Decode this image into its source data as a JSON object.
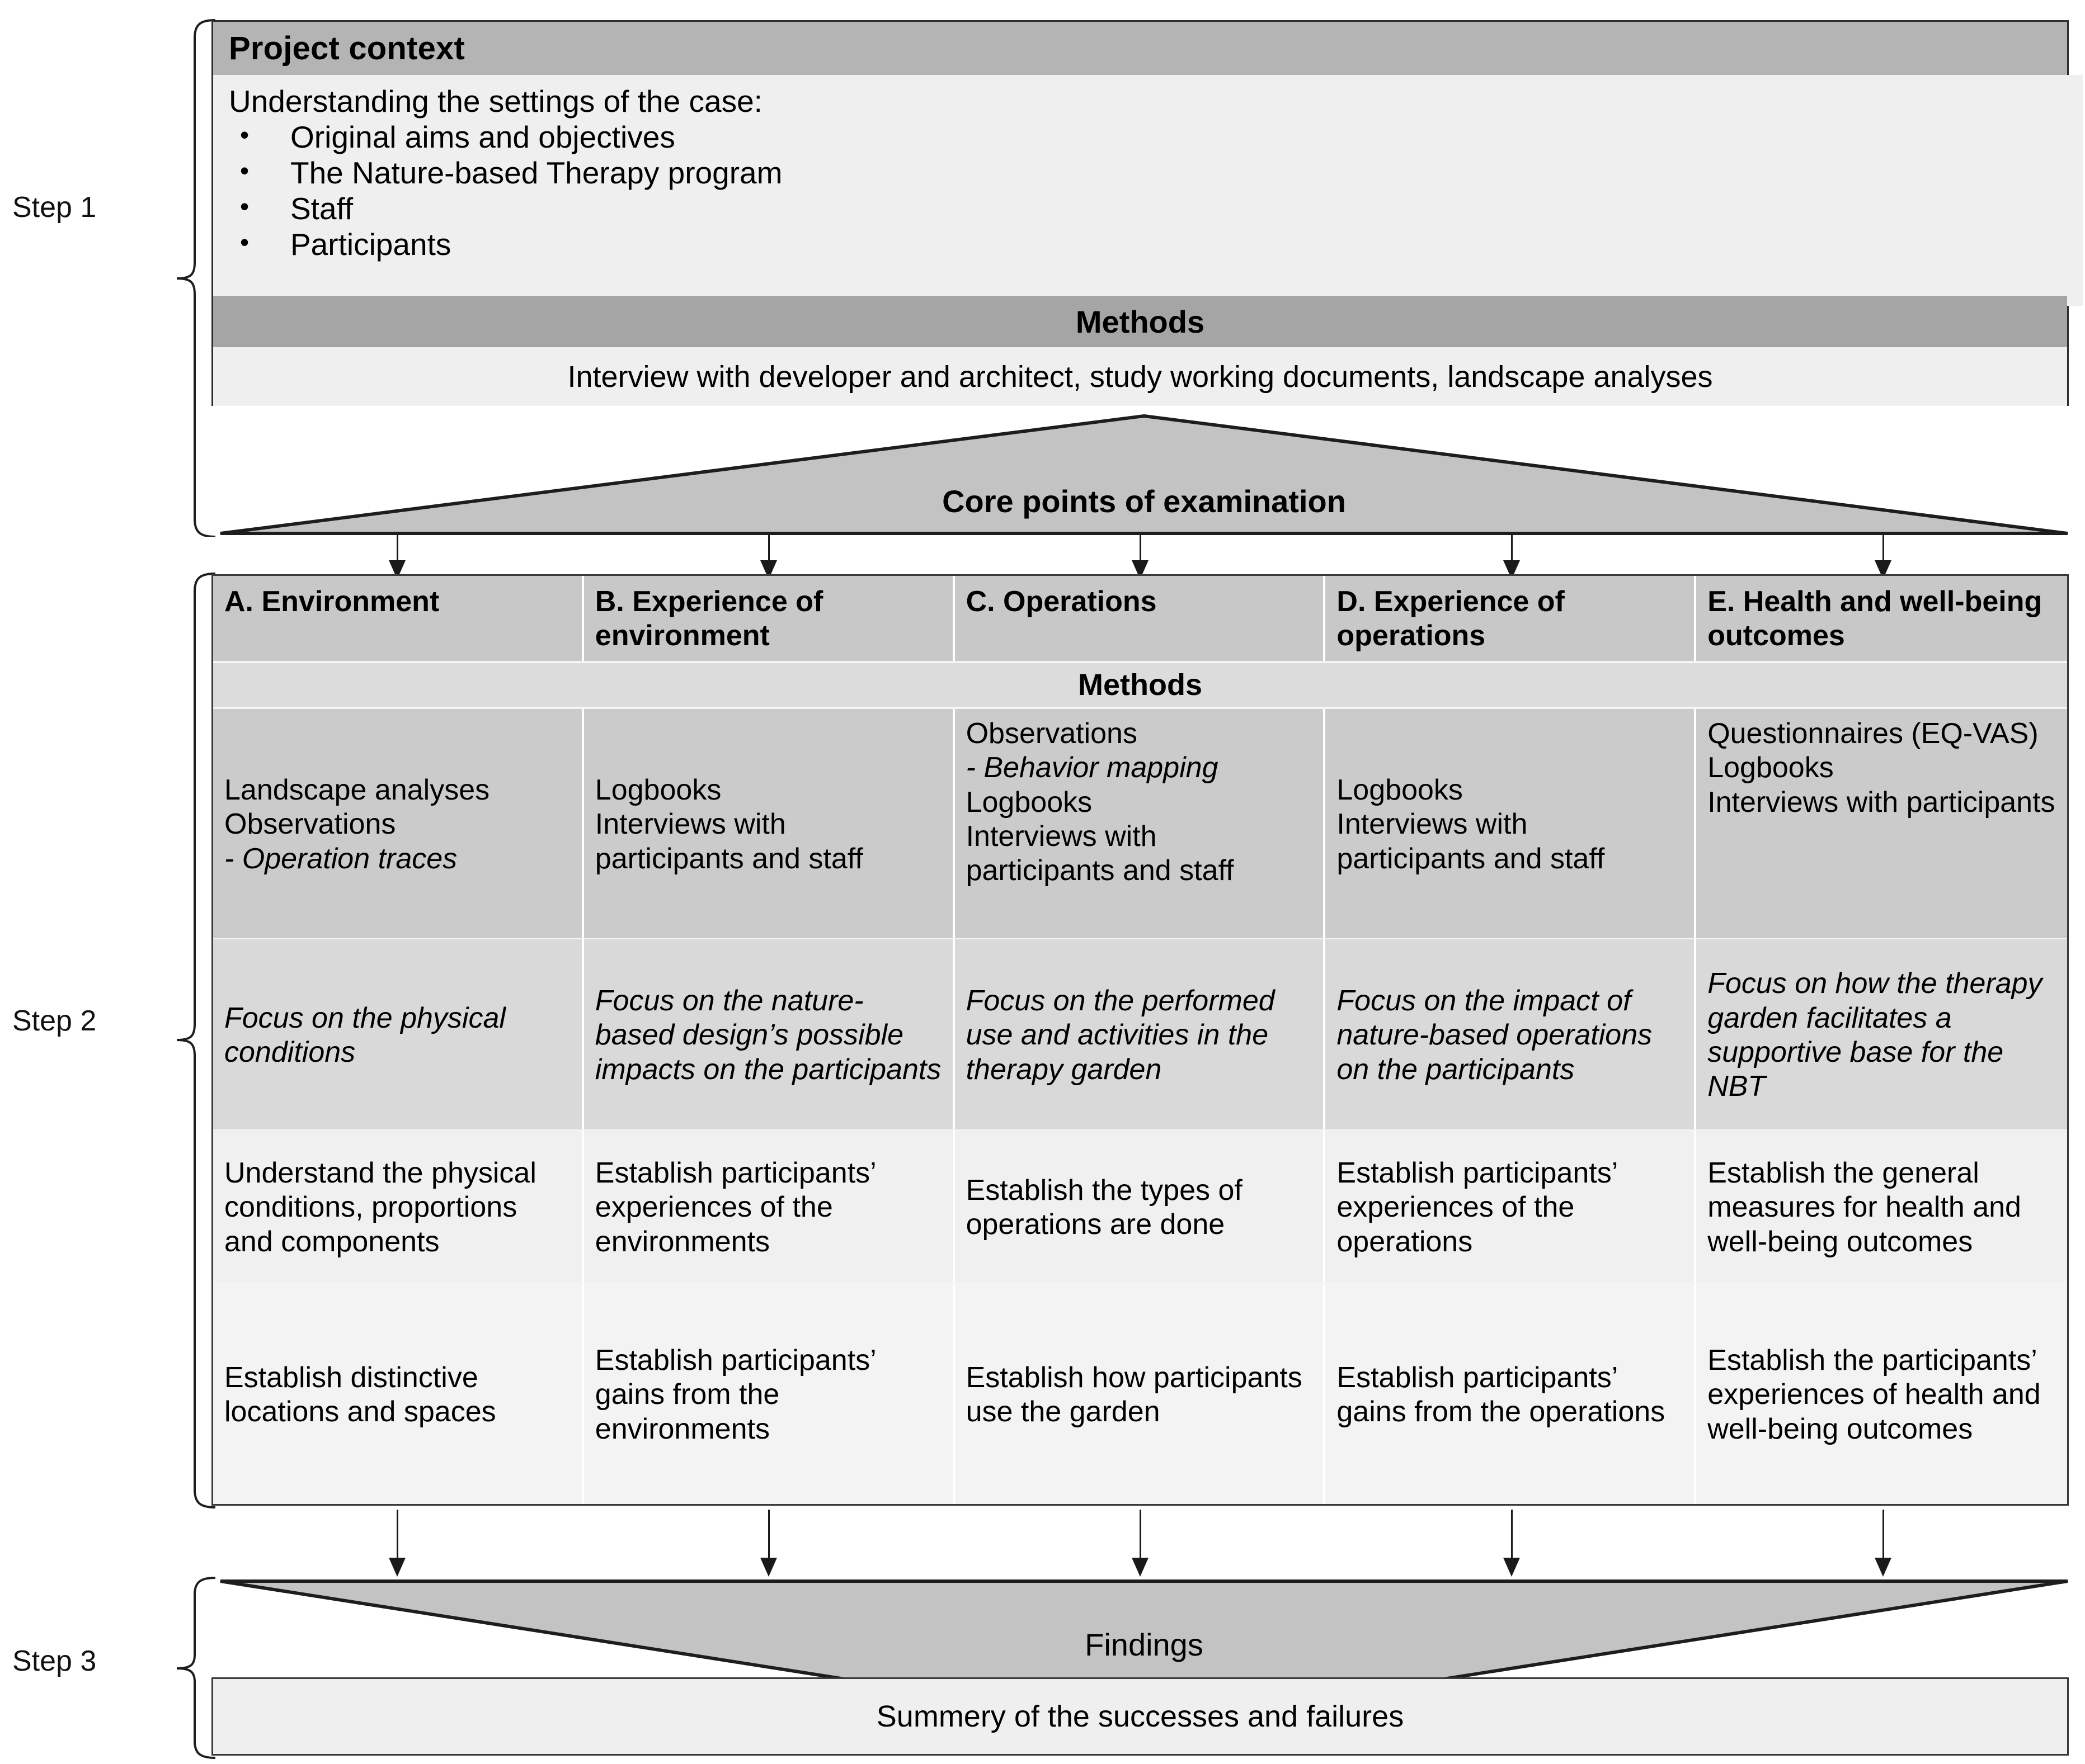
{
  "steps": [
    {
      "label": "Step 1"
    },
    {
      "label": "Step 2"
    },
    {
      "label": "Step 3"
    }
  ],
  "step1": {
    "title": "Project context",
    "lead": "Understanding the settings of the case:",
    "bullets": [
      "Original aims and  objectives",
      "The Nature-based Therapy program",
      "Staff",
      "Participants"
    ],
    "methods_heading": "Methods",
    "methods_text": "Interview with developer and architect, study working documents, landscape analyses"
  },
  "core_points": {
    "label": "Core points of examination"
  },
  "step2": {
    "methods_band": "Methods",
    "columns": [
      {
        "header": "A. Environment",
        "methods": [
          "Landscape analyses",
          "Observations",
          "- Operation traces"
        ],
        "methods_italic_from": 2,
        "focus": "Focus on the physical conditions",
        "aim1": "Understand the physical conditions, proportions and components",
        "aim2": "Establish distinctive locations and spaces"
      },
      {
        "header": "B. Experience of environment",
        "methods": [
          "Logbooks",
          "Interviews with participants and staff"
        ],
        "methods_italic_from": 99,
        "focus": "Focus on the nature-based design’s possible impacts on the participants",
        "aim1": "Establish participants’ experiences of the environments",
        "aim2": "Establish participants’ gains from the environments"
      },
      {
        "header": "C. Operations",
        "methods": [
          "Observations",
          "- Behavior mapping",
          "Logbooks",
          "Interviews with participants and staff"
        ],
        "methods_italic_from": 1,
        "focus": "Focus on the performed use and activities in the therapy garden",
        "aim1": "Establish the types of operations are done",
        "aim2": "Establish how participants use the garden"
      },
      {
        "header": "D. Experience of operations",
        "methods": [
          "Logbooks",
          "Interviews with participants and staff"
        ],
        "methods_italic_from": 99,
        "focus": "Focus on the impact of nature-based operations on the participants",
        "aim1": "Establish participants’ experiences of the operations",
        "aim2": "Establish participants’ gains from the operations"
      },
      {
        "header": "E. Health and well-being outcomes",
        "methods": [
          "Questionnaires (EQ-VAS)",
          "Logbooks",
          "Interviews with participants"
        ],
        "methods_italic_from": 99,
        "focus": "Focus on how the therapy garden facilitates a supportive base for the NBT",
        "aim1": "Establish the general measures for health and well-being outcomes",
        "aim2": "Establish the participants’ experiences of  health and well-being outcomes"
      }
    ]
  },
  "step3": {
    "findings_label": "Findings",
    "summary_text": "Summery of the successes and failures"
  },
  "colors": {
    "header_band": "#b4b4b4",
    "methods_band": "#a5a5a5",
    "triangle_fill": "#c3c3c3",
    "col_header": "#c8c8c8",
    "methods_row": "#cbcbcb",
    "focus_row": "#d9d9d9",
    "light_row": "#f0f0f0",
    "outline": "#2f2f2f"
  }
}
